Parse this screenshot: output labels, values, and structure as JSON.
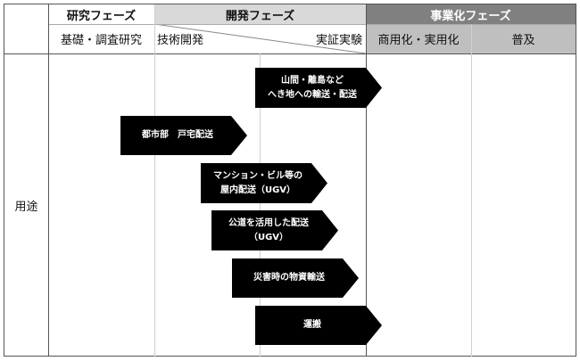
{
  "phases": {
    "research": "研究フェーズ",
    "development": "開発フェーズ",
    "commercial": "事業化フェーズ"
  },
  "stages": {
    "basic_research": "基礎・調査研究",
    "tech_dev": "技術開発",
    "demo": "実証実験",
    "commercialization": "商用化・実用化",
    "diffusion": "普及"
  },
  "row_label": "用途",
  "arrows": [
    {
      "label": "山間・離島など\nへき地への輸送・配送"
    },
    {
      "label": "都市部　戸宅配送"
    },
    {
      "label": "マンション・ビル等の\n屋内配送（UGV）"
    },
    {
      "label": "公道を活用した配送\n（UGV）"
    },
    {
      "label": "災害時の物資輸送"
    },
    {
      "label": "運搬"
    }
  ],
  "colors": {
    "research_header_bg": "#ffffff",
    "development_header_bg": "#d9d9d9",
    "commercial_header_bg": "#808080",
    "commercial_sub_bg": "#bfbfbf",
    "arrow_fill": "#000000"
  }
}
